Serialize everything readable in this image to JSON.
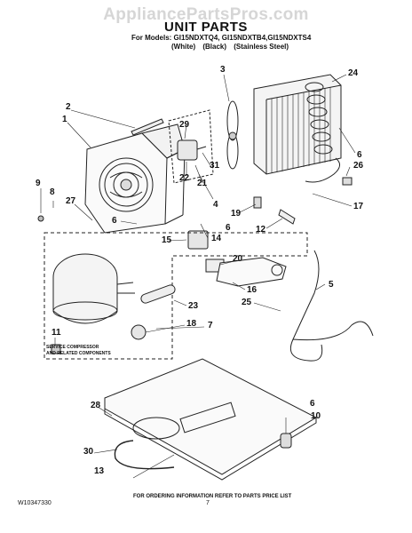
{
  "watermark": "AppliancePartsPros.com",
  "title": "UNIT PARTS",
  "models_line": "For Models: GI15NDXTQ4, GI15NDXTB4,GI15NDXTS4",
  "colors": [
    "(White)",
    "(Black)",
    "(Stainless Steel)"
  ],
  "box_label": [
    "SERVICE COMPRESSOR",
    "AND RELATED COMPONENTS"
  ],
  "footer_note": "FOR ORDERING INFORMATION REFER TO PARTS PRICE LIST",
  "doc_number": "W10347330",
  "page_number": "7",
  "callouts": [
    "1",
    "2",
    "3",
    "4",
    "5",
    "6",
    "6",
    "6",
    "6",
    "7",
    "8",
    "9",
    "10",
    "11",
    "12",
    "13",
    "14",
    "15",
    "16",
    "17",
    "18",
    "19",
    "20",
    "21",
    "22",
    "23",
    "24",
    "25",
    "26",
    "27",
    "28",
    "29",
    "30",
    "31"
  ]
}
